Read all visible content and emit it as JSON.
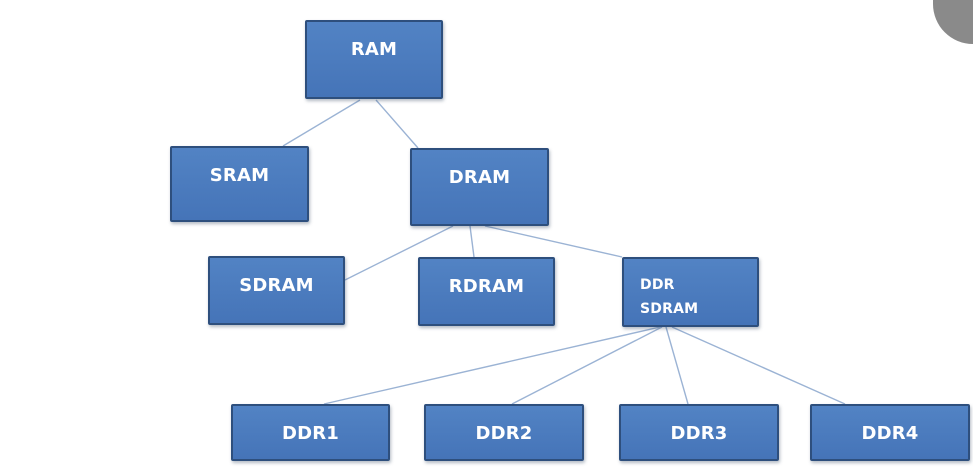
{
  "colors": {
    "node_fill": "#4a7abd",
    "node_border": "#2e4f7d",
    "node_text": "#ffffff",
    "connector": "#9bb3d4",
    "background": "#ffffff"
  },
  "nodes": {
    "ram": "RAM",
    "sram": "SRAM",
    "dram": "DRAM",
    "sdram": "SDRAM",
    "rdram": "RDRAM",
    "ddr_sdram_line1": "DDR",
    "ddr_sdram_line2": "SDRAM",
    "ddr1": "DDR1",
    "ddr2": "DDR2",
    "ddr3": "DDR3",
    "ddr4": "DDR4"
  },
  "edges": [
    [
      "ram",
      "sram"
    ],
    [
      "ram",
      "dram"
    ],
    [
      "dram",
      "sdram"
    ],
    [
      "dram",
      "rdram"
    ],
    [
      "dram",
      "ddr_sdram"
    ],
    [
      "ddr_sdram",
      "ddr1"
    ],
    [
      "ddr_sdram",
      "ddr2"
    ],
    [
      "ddr_sdram",
      "ddr3"
    ],
    [
      "ddr_sdram",
      "ddr4"
    ]
  ]
}
